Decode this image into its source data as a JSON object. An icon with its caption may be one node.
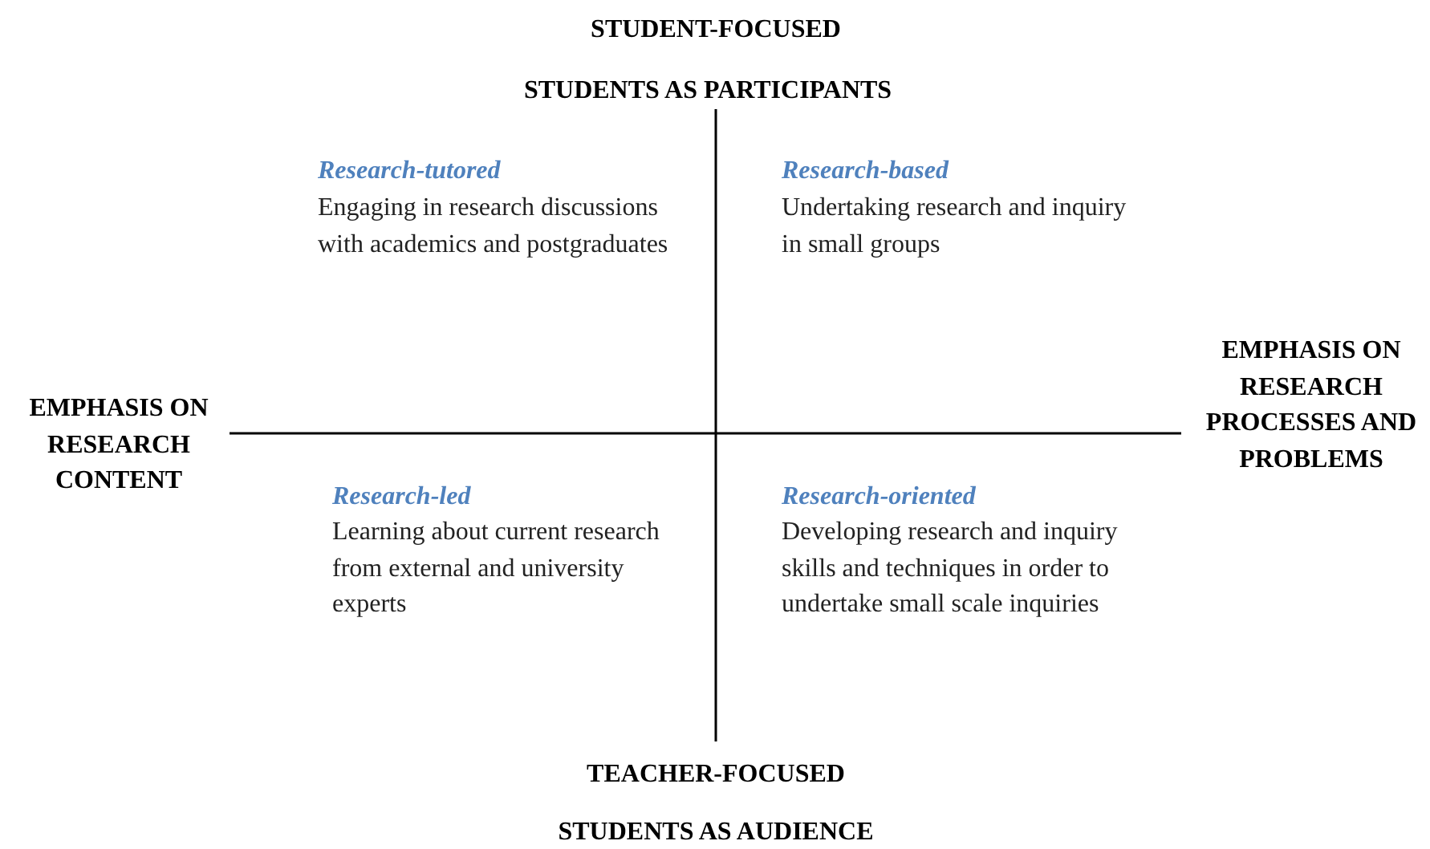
{
  "diagram": {
    "labels": [
      "STUDENT-FOCUSED",
      "STUDENTS AS PARTICIPANTS",
      "Research-tutored",
      "Engaging in research discussions with academics and postgraduates",
      "Research-based",
      "Undertaking research and inquiry in small groups",
      "EMPHASIS ON RESEARCH PROCESSES AND PROBLEMS",
      "EMPHASIS ON RESEARCH CONTENT",
      "Research-led",
      "Learning about current research from external and university experts",
      "Research-oriented",
      "Developing research and inquiry skills and techniques in order to undertake small scale inquiries",
      "TEACHER-FOCUSED",
      "STUDENTS AS AUDIENCE"
    ]
  }
}
